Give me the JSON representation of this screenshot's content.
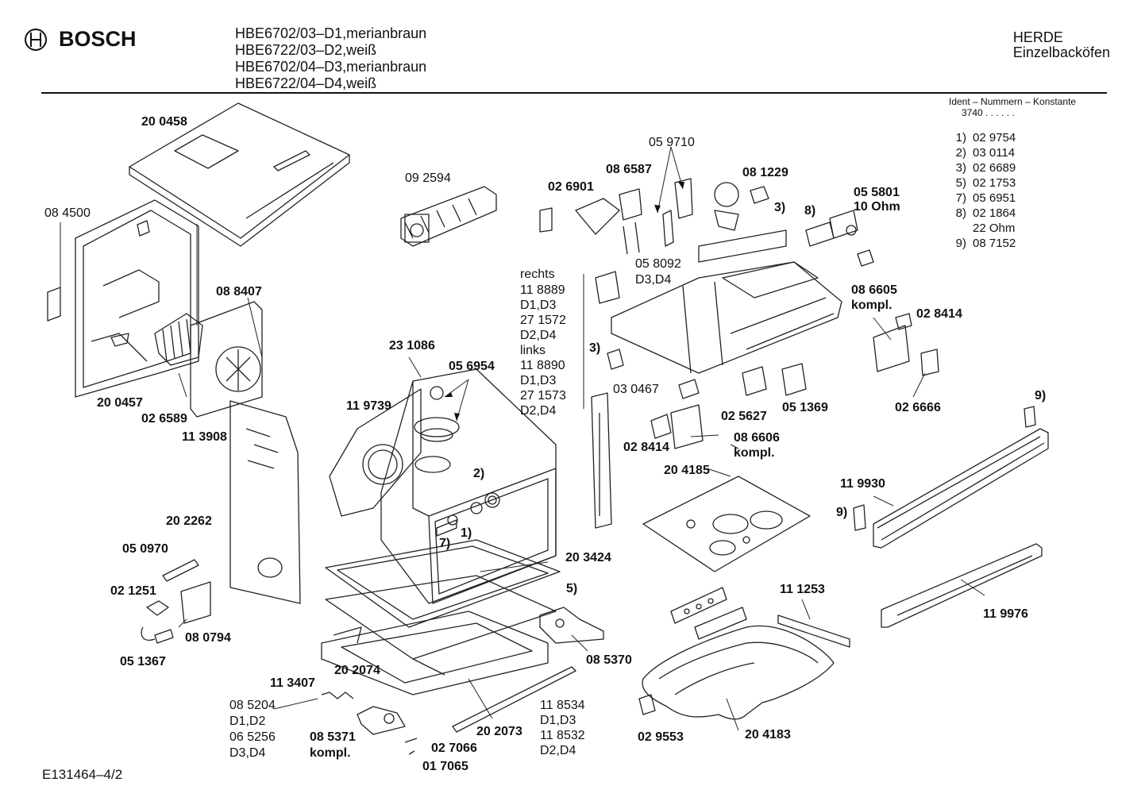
{
  "header": {
    "brand": "BOSCH",
    "models": [
      "HBE6702/03–D1,merianbraun",
      "HBE6722/03–D2,weiß",
      "HBE6702/04–D3,merianbraun",
      "HBE6722/04–D4,weiß"
    ],
    "category_line1": "HERDE",
    "category_line2": "Einzelbacköfen"
  },
  "ident": {
    "title": "Ident – Nummern – Konstante",
    "constant": "3740  . .   . . . .",
    "codes": [
      {
        "key": "1)",
        "value": "02 9754"
      },
      {
        "key": "2)",
        "value": "03 0114"
      },
      {
        "key": "3)",
        "value": "02 6689"
      },
      {
        "key": "5)",
        "value": "02 1753"
      },
      {
        "key": "7)",
        "value": "05 6951"
      },
      {
        "key": "8)",
        "value": "02 1864"
      },
      {
        "key": "",
        "value": "22 Ohm"
      },
      {
        "key": "9)",
        "value": "08 7152"
      }
    ]
  },
  "labels": {
    "l200458": "20 0458",
    "l084500": "08 4500",
    "l092594": "09 2594",
    "l026901": "02 6901",
    "l086587": "08 6587",
    "l059710": "05 9710",
    "l081229": "08 1229",
    "l3a": "3)",
    "l8": "8)",
    "l055801": "05 5801",
    "l10ohm": "10 Ohm",
    "l058092": "05 8092",
    "lD3D4a": "D3,D4",
    "rechts": "rechts",
    "l118889": "11 8889",
    "lD1D3a": "D1,D3",
    "l271572": "27 1572",
    "lD2D4a": "D2,D4",
    "links": "links",
    "l118890": "11 8890",
    "lD1D3b": "D1,D3",
    "l271573": "27 1573",
    "lD2D4b": "D2,D4",
    "l088407": "08 8407",
    "l231086": "23 1086",
    "l056954": "05 6954",
    "l3b": "3)",
    "l086605": "08 6605",
    "kompl1": "kompl.",
    "l028414a": "02 8414",
    "l030467": "03 0467",
    "l200457": "20 0457",
    "l026589": "02 6589",
    "l119739": "11 9739",
    "l113908": "11 3908",
    "l025627": "02 5627",
    "l051369": "05 1369",
    "l026666": "02 6666",
    "l9a": "9)",
    "l028414b": "02 8414",
    "l086606": "08 6606",
    "kompl2": "kompl.",
    "l2": "2)",
    "l204185": "20 4185",
    "l119930": "11 9930",
    "l202262": "20 2262",
    "l1": "1)",
    "l9b": "9)",
    "l050970": "05 0970",
    "l7": "7)",
    "l203424": "20 3424",
    "l021251": "02 1251",
    "l5": "5)",
    "l111253": "11 1253",
    "l119976": "11 9976",
    "l080794": "08 0794",
    "l051367": "05 1367",
    "l085370": "08 5370",
    "l113407": "11 3407",
    "l202074": "20 2074",
    "l085204": "08 5204",
    "lD1D2": "D1,D2",
    "l065256": "06 5256",
    "lD3D4b": "D3,D4",
    "l085371": "08 5371",
    "kompl3": "kompl.",
    "l118534": "11 8534",
    "lD1D3c": "D1,D3",
    "l118532": "11 8532",
    "lD2D4c": "D2,D4",
    "l202073": "20 2073",
    "l027066": "02 7066",
    "l017065": "01 7065",
    "l029553": "02 9553",
    "l204183": "20 4183"
  },
  "footer": {
    "code": "E131464–4/2"
  }
}
